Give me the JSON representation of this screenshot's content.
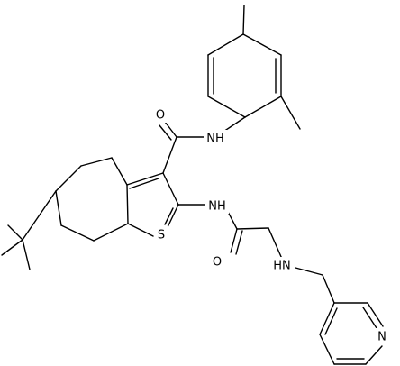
{
  "molecule": {
    "atom_labels": {
      "o_amide_upper": "O",
      "nh_amide_upper": "NH",
      "nh_amide_lower": "NH",
      "s_thiophene": "S",
      "o_amide_lower": "O",
      "nh_amine": "HN",
      "n_pyridine": "N"
    },
    "colors": {
      "bond": "#000000",
      "text": "#000000",
      "background": "#ffffff"
    }
  }
}
